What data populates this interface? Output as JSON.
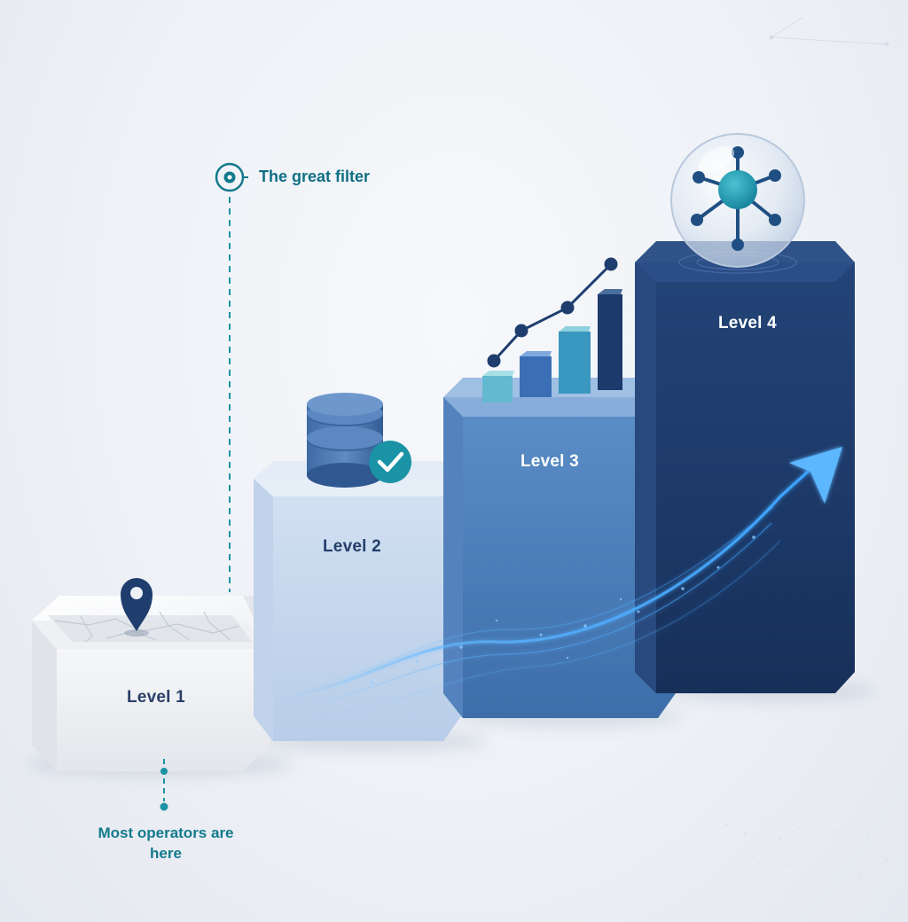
{
  "levels": [
    {
      "label": "Level 1"
    },
    {
      "label": "Level 2"
    },
    {
      "label": "Level 3"
    },
    {
      "label": "Level 4"
    }
  ],
  "annotations": {
    "filter": "The great filter",
    "operators": "Most operators are here"
  },
  "icons": [
    "map-pin-icon",
    "database-icon",
    "check-icon",
    "bar-chart-icon",
    "trend-line-icon",
    "network-orb-icon",
    "target-icon",
    "growth-arrow-icon"
  ],
  "colors": {
    "teal": "#1b93a6",
    "level1": "#f1f3f6",
    "level2": "#c9d9ee",
    "level3": "#4d7fbb",
    "level4": "#1d3a6c"
  }
}
